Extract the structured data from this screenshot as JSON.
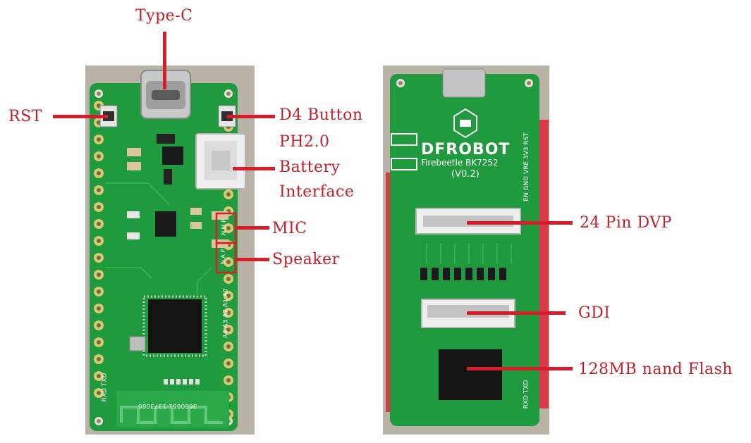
{
  "colors": {
    "pcb": "#1f9a3e",
    "pcb_dark": "#157a2e",
    "header_pins": "#d83a4a",
    "callout": "#c0202a",
    "background": "#ffffff"
  },
  "front_board": {
    "callouts": [
      {
        "id": "type-c",
        "label": "Type-C"
      },
      {
        "id": "rst",
        "label": "RST"
      },
      {
        "id": "d4-button",
        "label": "D4 Button"
      },
      {
        "id": "battery-1",
        "label": "PH2.0"
      },
      {
        "id": "battery-2",
        "label": "Battery"
      },
      {
        "id": "battery-3",
        "label": "Interface"
      },
      {
        "id": "mic",
        "label": "MIC"
      },
      {
        "id": "speaker",
        "label": "Speaker"
      }
    ],
    "silkscreen": {
      "antenna_code": "3680661-1373086",
      "left_bottom": "RXD TXD",
      "pins_right": "A4 A3 A2 A1 A0",
      "mic_pins": "N M P",
      "spk_pins": "N A P"
    }
  },
  "back_board": {
    "callouts": [
      {
        "id": "dvp",
        "label": "24 Pin DVP"
      },
      {
        "id": "gdi",
        "label": "GDI"
      },
      {
        "id": "flash",
        "label": "128MB nand Flash"
      }
    ],
    "silkscreen": {
      "brand": "DFROBOT",
      "model": "Firebeetle BK7252",
      "version": "(V0.2)",
      "right_pins": "EN GND VRE 3V3 RST",
      "bottom_pins": "RXD TXD"
    }
  }
}
